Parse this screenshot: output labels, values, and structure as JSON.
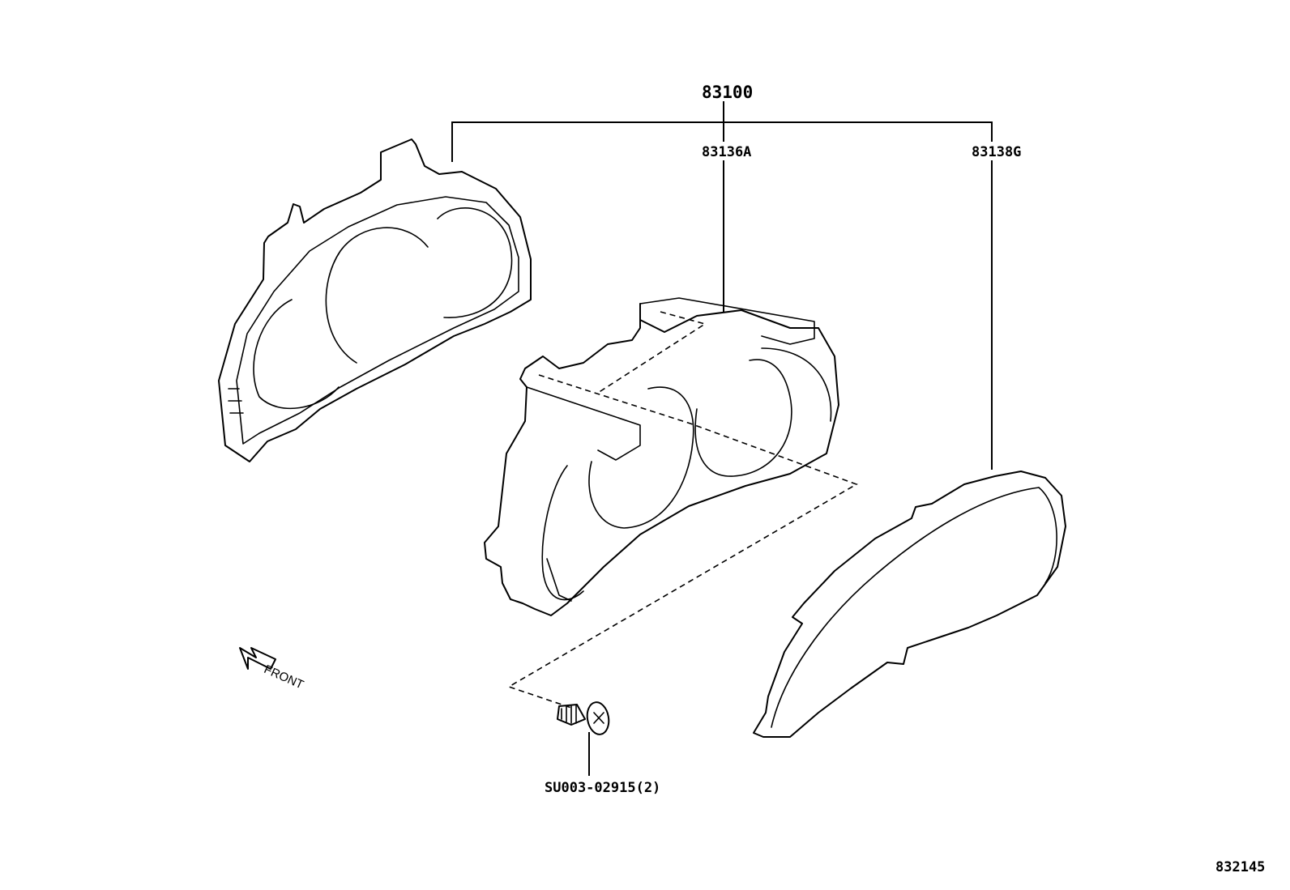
{
  "diagram": {
    "labels": {
      "assembly": "83100",
      "case": "83136A",
      "glass": "83138G",
      "screw": "SU003-02915(2)",
      "front": "FRONT",
      "illustration_number": "832145"
    },
    "parts": [
      {
        "name": "meter-panel",
        "callout": "83100"
      },
      {
        "name": "meter-case",
        "callout": "83136A"
      },
      {
        "name": "meter-glass",
        "callout": "83138G"
      },
      {
        "name": "tapping-screw",
        "callout": "SU003-02915(2)",
        "quantity": 2
      }
    ],
    "line_color": "#000000",
    "background": "#ffffff"
  }
}
